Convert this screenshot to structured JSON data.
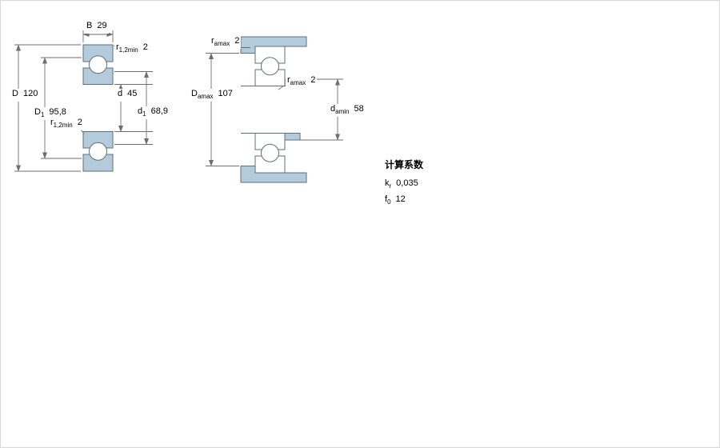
{
  "page": {
    "background": "#ffffff"
  },
  "colors": {
    "bearing-fill": "#b3cbdb",
    "outline": "#5f6f7a",
    "dim-line": "#6e6e6e",
    "text": "#000000"
  },
  "left_diagram": {
    "name": "bearing-cross-section",
    "labels": {
      "B": {
        "sym": "B",
        "sub": "",
        "val": "29"
      },
      "r_top": {
        "sym": "r",
        "sub": "1,2min",
        "val": "2"
      },
      "D": {
        "sym": "D",
        "sub": "",
        "val": "120"
      },
      "d": {
        "sym": "d",
        "sub": "",
        "val": "45"
      },
      "D1": {
        "sym": "D",
        "sub": "1",
        "val": "95,8"
      },
      "d1": {
        "sym": "d",
        "sub": "1",
        "val": "68,9"
      },
      "r_bottom": {
        "sym": "r",
        "sub": "1,2min",
        "val": "2"
      }
    }
  },
  "right_diagram": {
    "name": "abutment-dimensions",
    "labels": {
      "ra_top": {
        "sym": "r",
        "sub": "amax",
        "val": "2"
      },
      "Da": {
        "sym": "D",
        "sub": "amax",
        "val": "107"
      },
      "ra_mid": {
        "sym": "r",
        "sub": "amax",
        "val": "2"
      },
      "da": {
        "sym": "d",
        "sub": "amin",
        "val": "58"
      }
    }
  },
  "calculation_factors": {
    "title": "计算系数",
    "rows": [
      {
        "sym": "k",
        "sub": "r",
        "val": "0,035"
      },
      {
        "sym": "f",
        "sub": "0",
        "val": "12"
      }
    ]
  }
}
